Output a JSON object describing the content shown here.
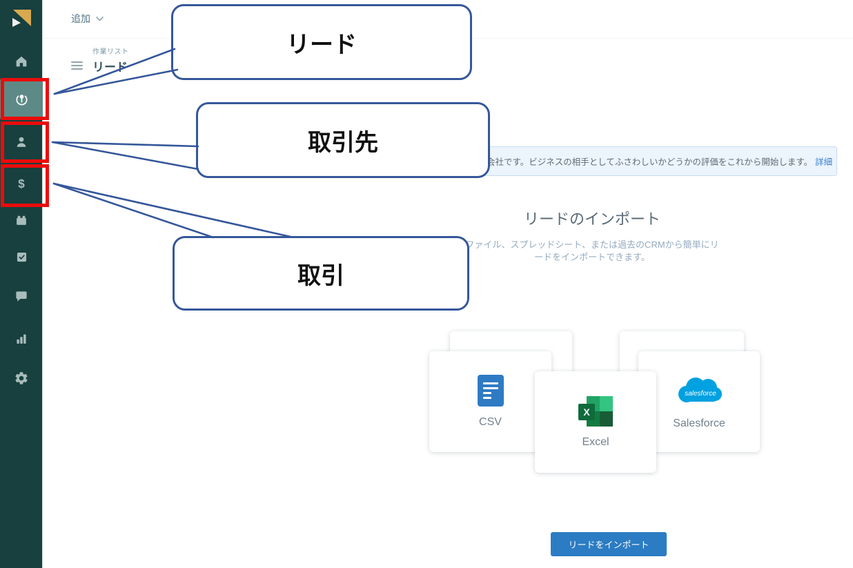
{
  "topbar": {
    "add_label": "追加"
  },
  "header": {
    "worklist_label": "作業リスト",
    "title": "リード"
  },
  "sidebar": {
    "items": [
      {
        "id": "home",
        "icon": "home-icon"
      },
      {
        "id": "leads",
        "icon": "leads-icon",
        "selected": true
      },
      {
        "id": "contacts",
        "icon": "contact-icon"
      },
      {
        "id": "deals",
        "icon": "dollar-icon",
        "glyph": "$"
      },
      {
        "id": "products",
        "icon": "products-icon"
      },
      {
        "id": "tasks",
        "icon": "tasks-icon"
      },
      {
        "id": "chat",
        "icon": "chat-icon"
      },
      {
        "id": "dashboard",
        "icon": "chart-icon"
      },
      {
        "id": "settings",
        "icon": "gear-icon"
      }
    ]
  },
  "banner": {
    "visible_text": "会社です。ビジネスの相手としてふさわしいかどうかの評価をこれから開始します。",
    "link_label": "詳細"
  },
  "import_section": {
    "title": "リードのインポート",
    "description_line1": "ファイル、スプレッドシート、または過去のCRMから簡単にリ",
    "description_line2": "ードをインポートできます。",
    "cards": [
      {
        "label": "CSV"
      },
      {
        "label": "Excel",
        "icon_letter": "X"
      },
      {
        "label": "Salesforce",
        "logo_text": "salesforce"
      }
    ],
    "button_label": "リードをインポート"
  },
  "annotations": {
    "callouts": [
      {
        "label": "リード",
        "points_to": "leads-icon"
      },
      {
        "label": "取引先",
        "points_to": "contact-icon"
      },
      {
        "label": "取引",
        "points_to": "dollar-icon"
      }
    ]
  },
  "colors": {
    "sidebar_bg": "#17403e",
    "sidebar_selected_bg": "#5d8a86",
    "highlight_red": "#ec0b0b",
    "callout_blue": "#35579a",
    "banner_bg": "#ecf4fc",
    "button_blue": "#2c7cc3",
    "logo_gold": "#d9a94f",
    "csv_blue": "#2e7bc4",
    "salesforce_blue": "#00a1e0",
    "excel_green": "#107c41"
  }
}
